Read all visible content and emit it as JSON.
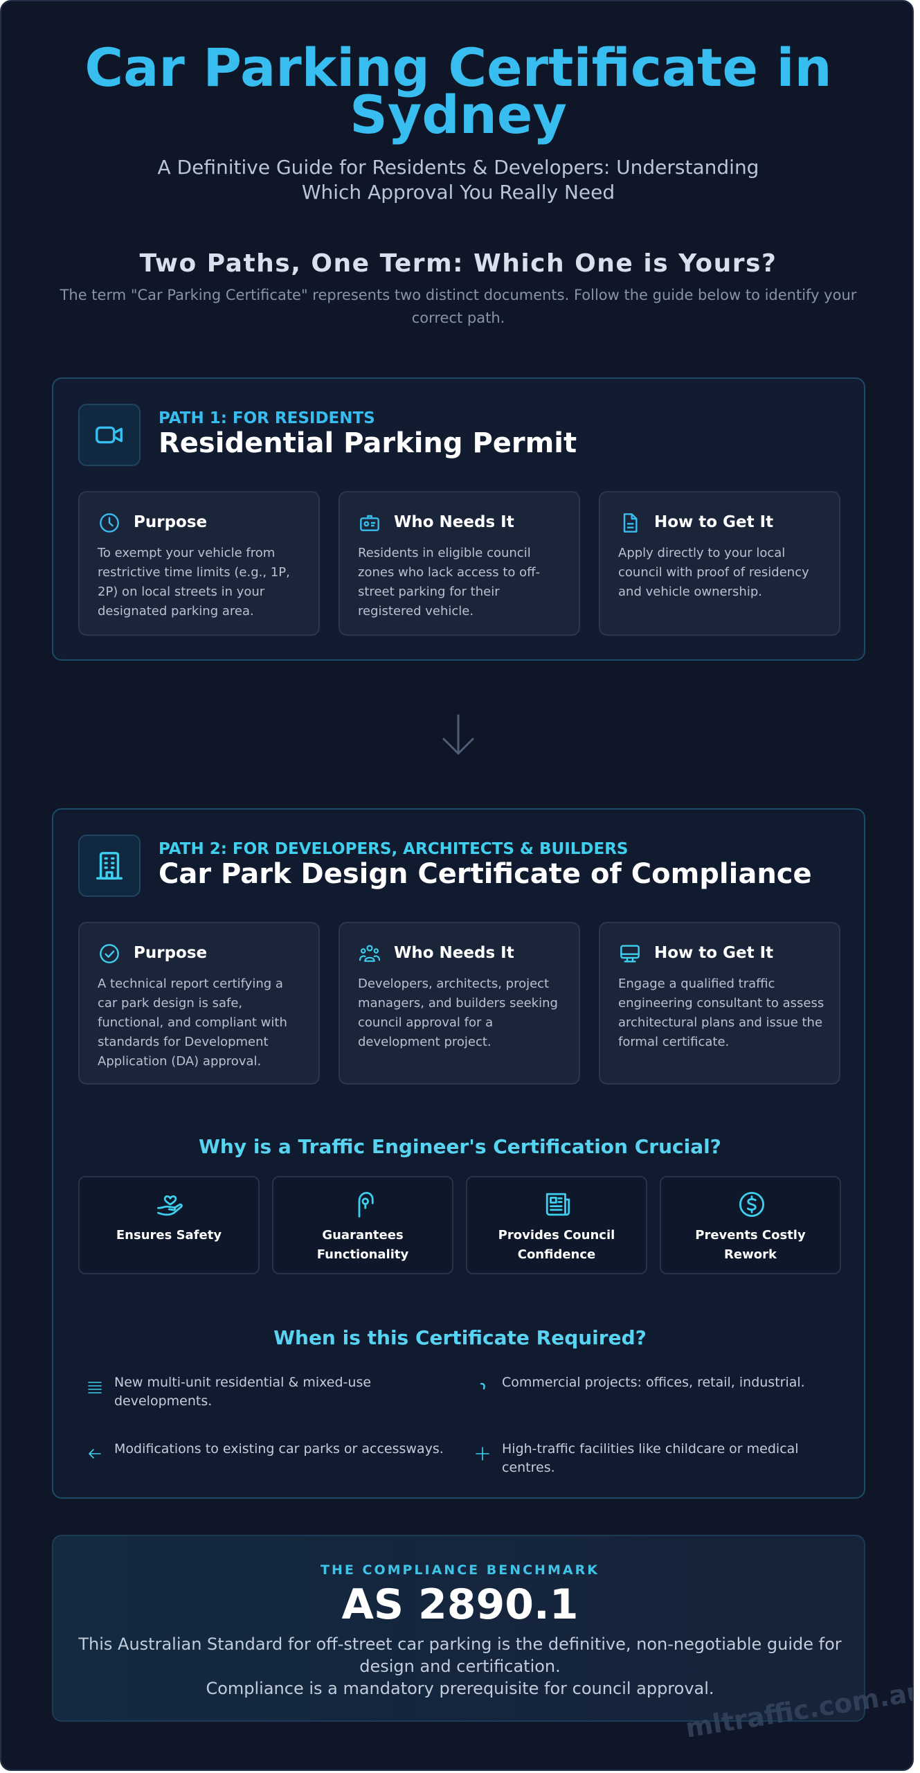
{
  "header": {
    "title": "Car Parking Certificate in Sydney",
    "subtitle": "A Definitive Guide for Residents & Developers: Understanding Which Approval You Really Need"
  },
  "overview": {
    "title": "Two Paths, One Term: Which One is Yours?",
    "intro": "The term \"Car Parking Certificate\" represents two distinct documents. Follow the guide below to identify your correct path."
  },
  "path1": {
    "icon": "video-camera-icon",
    "kicker": "PATH 1: FOR RESIDENTS",
    "heading": "Residential Parking Permit",
    "cards": [
      {
        "icon": "clock-icon",
        "title": "Purpose",
        "text": "To exempt your vehicle from restrictive time limits (e.g., 1P, 2P) on local streets in your designated parking area."
      },
      {
        "icon": "id-badge-icon",
        "title": "Who Needs It",
        "text": "Residents in eligible council zones who lack access to off-street parking for their registered vehicle."
      },
      {
        "icon": "document-icon",
        "title": "How to Get It",
        "text": "Apply directly to your local council with proof of residency and vehicle ownership."
      }
    ]
  },
  "path2": {
    "icon": "building-icon",
    "kicker": "PATH 2: FOR DEVELOPERS, ARCHITECTS & BUILDERS",
    "heading": "Car Park Design Certificate of Compliance",
    "cards": [
      {
        "icon": "check-circle-icon",
        "title": "Purpose",
        "text": "A technical report certifying a car park design is safe, functional, and compliant with standards for Development Application (DA) approval."
      },
      {
        "icon": "users-icon",
        "title": "Who Needs It",
        "text": "Developers, architects, project managers, and builders seeking council approval for a development project."
      },
      {
        "icon": "presentation-icon",
        "title": "How to Get It",
        "text": "Engage a qualified traffic engineering consultant to assess architectural plans and issue the formal certificate."
      }
    ],
    "why_title": "Why is a Traffic Engineer's Certification Crucial?",
    "benefits": [
      {
        "icon": "hand-heart-icon",
        "label": "Ensures Safety"
      },
      {
        "icon": "hand-pointer-icon",
        "label": "Guarantees Functionality"
      },
      {
        "icon": "newspaper-icon",
        "label": "Provides Council Confidence"
      },
      {
        "icon": "dollar-circle-icon",
        "label": "Prevents Costly Rework"
      }
    ],
    "when_title": "When is this Certificate Required?",
    "requirements": [
      {
        "icon": "list-icon",
        "text": "New multi-unit residential & mixed-use developments."
      },
      {
        "icon": "spinner-icon",
        "text": "Commercial projects: offices, retail, industrial."
      },
      {
        "icon": "arrow-left-icon",
        "text": "Modifications to existing car parks or accessways."
      },
      {
        "icon": "plus-icon",
        "text": "High-traffic facilities like childcare or medical centres."
      }
    ]
  },
  "benchmark": {
    "kicker": "THE COMPLIANCE BENCHMARK",
    "title": "AS 2890.1",
    "line1": "This Australian Standard for off-street car parking is the definitive, non-negotiable guide for design and certification.",
    "line2": "Compliance is a mandatory prerequisite for council approval."
  },
  "watermark": "mltraffic.com.au",
  "colors": {
    "accent": "#38bdf0",
    "background": "#0e1628",
    "card": "#1b253a"
  }
}
